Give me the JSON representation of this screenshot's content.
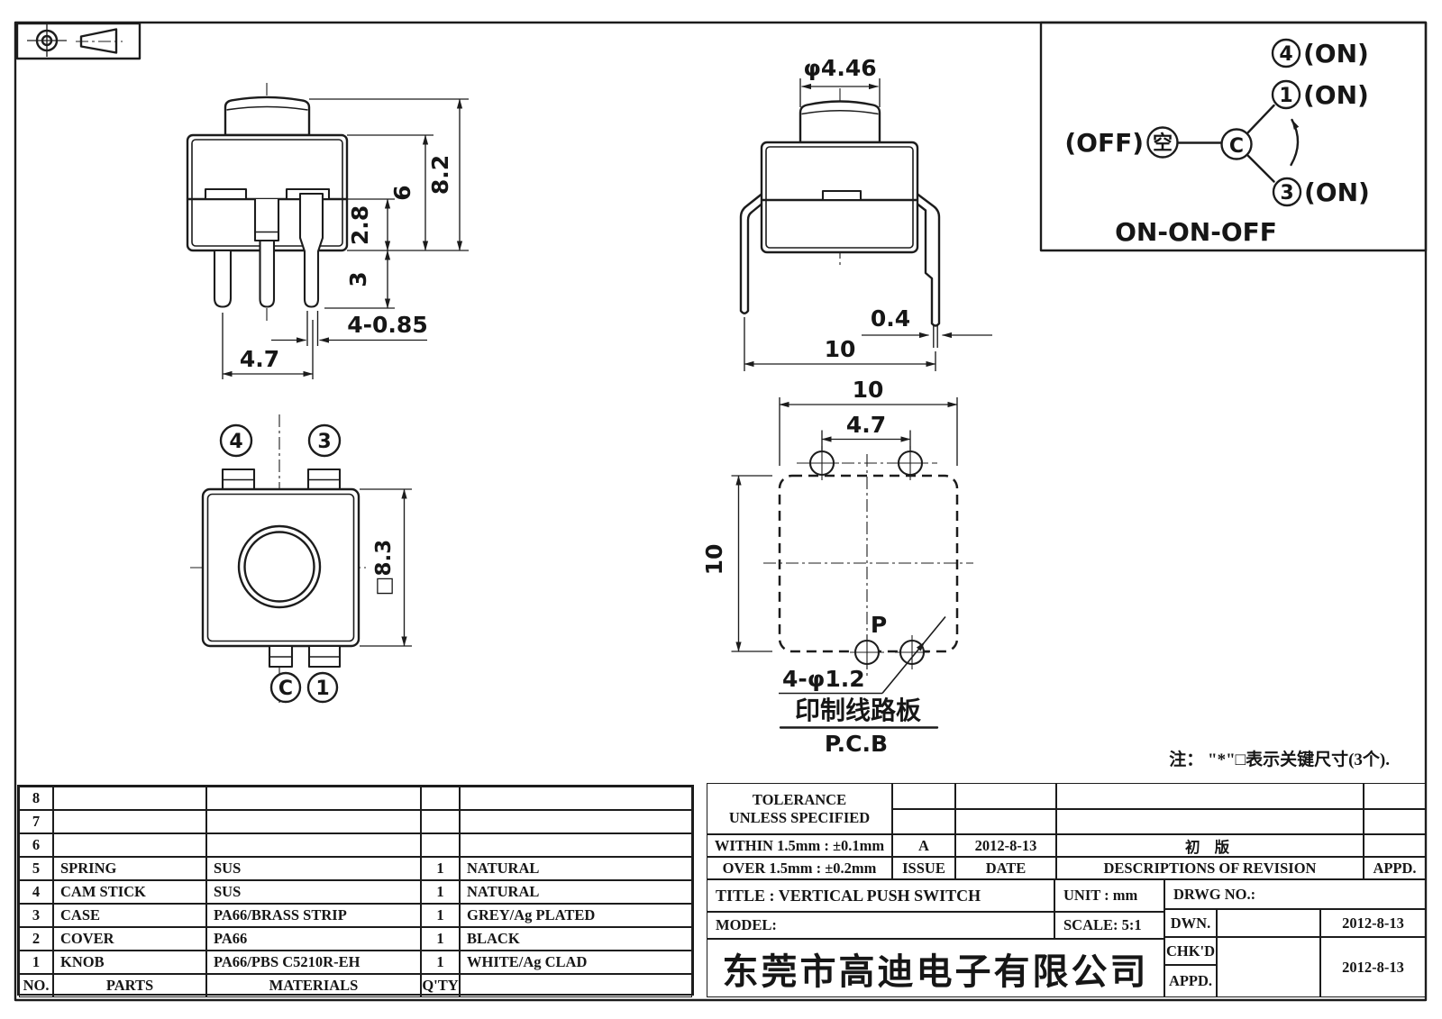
{
  "colors": {
    "ink": "#1c1c1c",
    "paper": "#ffffff"
  },
  "front_view": {
    "dims": {
      "total_height": "8.2",
      "body_height": "6",
      "upper_section": "2.8",
      "pin_length": "3",
      "pin_width": "4-0.85",
      "pin_pitch": "4.7"
    }
  },
  "side_view": {
    "dims": {
      "knob_diameter": "φ4.46",
      "leg_thickness": "0.4",
      "body_width": "10"
    }
  },
  "bottom_view": {
    "terminals": {
      "t4": "4",
      "t3": "3",
      "tc": "C",
      "t1": "1"
    },
    "dims": {
      "body_square": "□8.3"
    }
  },
  "pcb_view": {
    "dims": {
      "width": "10",
      "height": "10",
      "hole_pitch": "4.7",
      "holes": "4-φ1.2"
    },
    "labels": {
      "p": "P",
      "board_cn": "印制线路板",
      "board_en": "P.C.B"
    }
  },
  "circuit": {
    "t4": "4",
    "t4_state": "(ON)",
    "t1": "1",
    "t1_state": "(ON)",
    "t3": "3",
    "t3_state": "(ON)",
    "off_label": "(OFF)",
    "off_terminal": "空",
    "common": "C",
    "mode": "ON-ON-OFF"
  },
  "note": "注： \"*\"□表示关键尺寸(3个).",
  "parts_table": {
    "headers": {
      "no": "NO.",
      "parts": "PARTS",
      "materials": "MATERIALS",
      "qty": "Q'TY",
      "finish": ""
    },
    "rows": [
      {
        "no": "8",
        "part": "",
        "material": "",
        "qty": "",
        "finish": ""
      },
      {
        "no": "7",
        "part": "",
        "material": "",
        "qty": "",
        "finish": ""
      },
      {
        "no": "6",
        "part": "",
        "material": "",
        "qty": "",
        "finish": ""
      },
      {
        "no": "5",
        "part": "SPRING",
        "material": "SUS",
        "qty": "1",
        "finish": "NATURAL"
      },
      {
        "no": "4",
        "part": "CAM STICK",
        "material": "SUS",
        "qty": "1",
        "finish": "NATURAL"
      },
      {
        "no": "3",
        "part": "CASE",
        "material": "PA66/BRASS STRIP",
        "qty": "1",
        "finish": "GREY/Ag PLATED"
      },
      {
        "no": "2",
        "part": "COVER",
        "material": "PA66",
        "qty": "1",
        "finish": "BLACK"
      },
      {
        "no": "1",
        "part": "KNOB",
        "material": "PA66/PBS C5210R-EH",
        "qty": "1",
        "finish": "WHITE/Ag CLAD"
      }
    ]
  },
  "title_block": {
    "tolerance_title": "TOLERANCE",
    "tolerance_subtitle": "UNLESS  SPECIFIED",
    "tolerance_within": "WITHIN 1.5mm : ±0.1mm",
    "tolerance_over": "OVER 1.5mm : ±0.2mm",
    "issue_value": "A",
    "issue_label": "ISSUE",
    "revision_date": "2012-8-13",
    "date_label": "DATE",
    "revision_desc": "初  版",
    "revision_desc_label": "DESCRIPTIONS OF REVISION",
    "appd_label": "APPD.",
    "title": "TITLE :  VERTICAL PUSH SWITCH",
    "unit": "UNIT :  mm",
    "drwg_no": "DRWG NO.:",
    "model": "MODEL:",
    "scale": "SCALE:  5:1",
    "dwn_label": "DWN.",
    "dwn_date": "2012-8-13",
    "chkd_label": "CHK'D",
    "chk_appd_date": "2012-8-13",
    "appd2_label": "APPD.",
    "company": "东莞市高迪电子有限公司"
  }
}
